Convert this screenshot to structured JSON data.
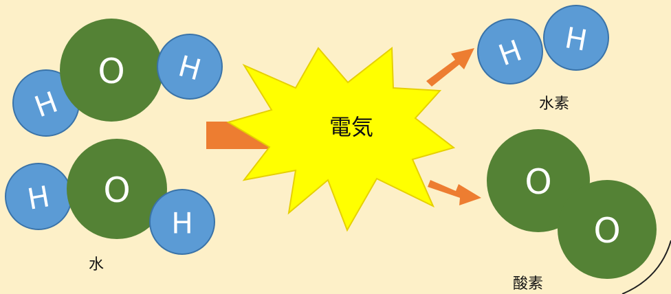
{
  "colors": {
    "background": "#fdf0c8",
    "hydrogen": "#5b9bd5",
    "oxygen": "#548235",
    "arrow": "#ed7d31",
    "burst": "#ffff00",
    "burst_outline": "#e6d000"
  },
  "atoms": {
    "hydrogen_symbol": "H",
    "oxygen_symbol": "O"
  },
  "labels": {
    "electricity": "電気",
    "water": "水",
    "hydrogen": "水素",
    "oxygen": "酸素"
  }
}
